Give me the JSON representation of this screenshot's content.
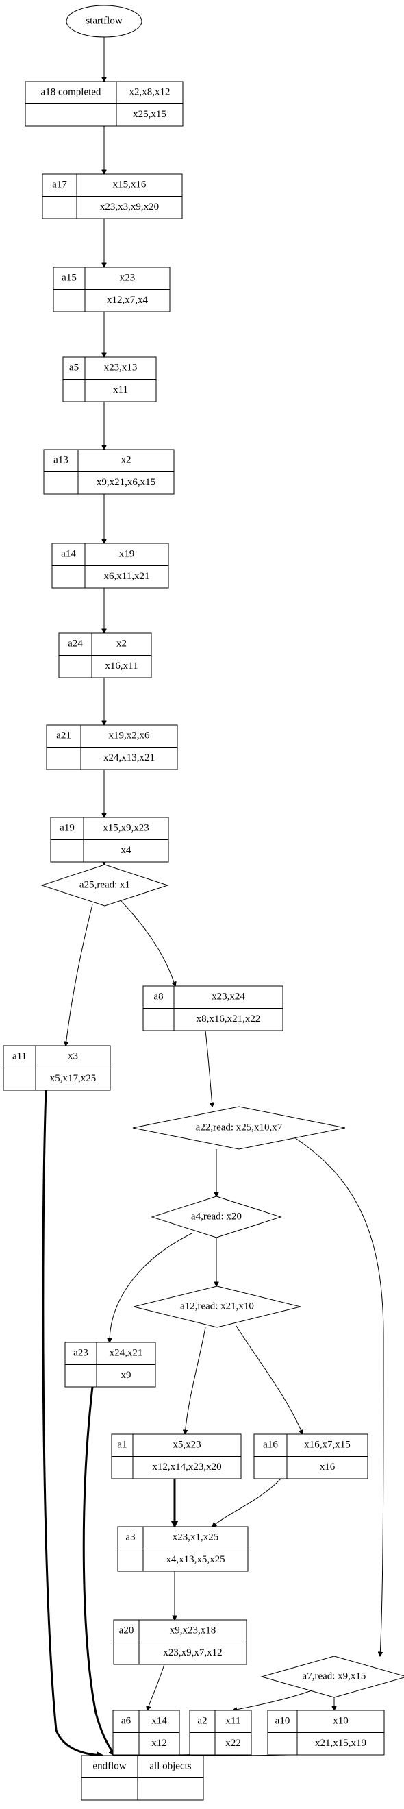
{
  "start": {
    "label": "startflow"
  },
  "tables": [
    {
      "id": "a18",
      "name": "a18 completed",
      "top": "x2,x8,x12",
      "bottom": "x25,x15"
    },
    {
      "id": "a17",
      "name": "a17",
      "top": "x15,x16",
      "bottom": "x23,x3,x9,x20"
    },
    {
      "id": "a15",
      "name": "a15",
      "top": "x23",
      "bottom": "x12,x7,x4"
    },
    {
      "id": "a5",
      "name": "a5",
      "top": "x23,x13",
      "bottom": "x11"
    },
    {
      "id": "a13",
      "name": "a13",
      "top": "x2",
      "bottom": "x9,x21,x6,x15"
    },
    {
      "id": "a14",
      "name": "a14",
      "top": "x19",
      "bottom": "x6,x11,x21"
    },
    {
      "id": "a24",
      "name": "a24",
      "top": "x2",
      "bottom": "x16,x11"
    },
    {
      "id": "a21",
      "name": "a21",
      "top": "x19,x2,x6",
      "bottom": "x24,x13,x21"
    },
    {
      "id": "a19",
      "name": "a19",
      "top": "x15,x9,x23",
      "bottom": "x4"
    },
    {
      "id": "a8",
      "name": "a8",
      "top": "x23,x24",
      "bottom": "x8,x16,x21,x22"
    },
    {
      "id": "a11",
      "name": "a11",
      "top": "x3",
      "bottom": "x5,x17,x25"
    },
    {
      "id": "a23",
      "name": "a23",
      "top": "x24,x21",
      "bottom": "x9"
    },
    {
      "id": "a1",
      "name": "a1",
      "top": "x5,x23",
      "bottom": "x12,x14,x23,x20"
    },
    {
      "id": "a16",
      "name": "a16",
      "top": "x16,x7,x15",
      "bottom": "x16"
    },
    {
      "id": "a3",
      "name": "a3",
      "top": "x23,x1,x25",
      "bottom": "x4,x13,x5,x25"
    },
    {
      "id": "a20",
      "name": "a20",
      "top": "x9,x23,x18",
      "bottom": "x23,x9,x7,x12"
    },
    {
      "id": "a6",
      "name": "a6",
      "top": "x14",
      "bottom": "x12"
    },
    {
      "id": "a2",
      "name": "a2",
      "top": "x11",
      "bottom": "x22"
    },
    {
      "id": "a10",
      "name": "a10",
      "top": "x10",
      "bottom": "x21,x15,x19"
    }
  ],
  "decisions": [
    {
      "id": "a25",
      "label": "a25,read: x1"
    },
    {
      "id": "a22",
      "label": "a22,read: x25,x10,x7"
    },
    {
      "id": "a4",
      "label": "a4,read: x20"
    },
    {
      "id": "a12",
      "label": "a12,read: x21,x10"
    },
    {
      "id": "a7",
      "label": "a7,read: x9,x15"
    }
  ],
  "end": {
    "left": "endflow",
    "right": "all objects"
  }
}
